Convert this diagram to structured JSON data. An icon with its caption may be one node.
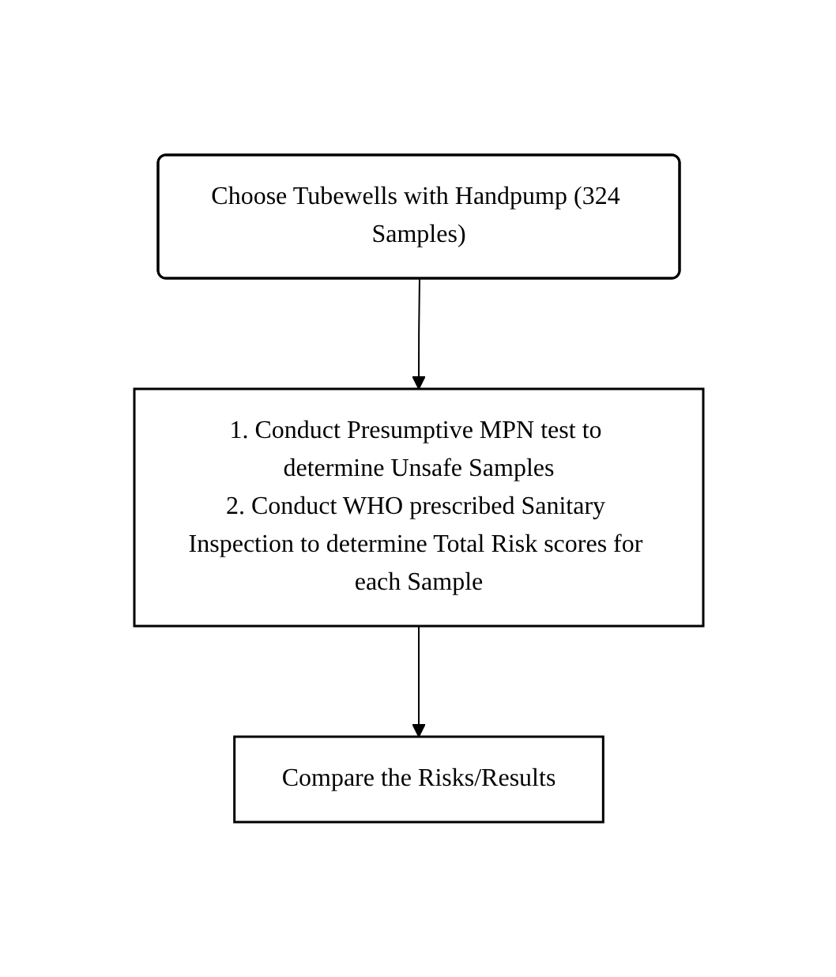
{
  "diagram": {
    "nodes": [
      {
        "text": [
          "Choose Tubewells with Handpump (324 Samples)"
        ]
      },
      {
        "text": [
          "1. Conduct Presumptive MPN test to determine Unsafe Samples",
          "2. Conduct WHO prescribed Sanitary Inspection to determine Total Risk scores for each Sample"
        ]
      },
      {
        "text": [
          "Compare the Risks/Results"
        ]
      }
    ],
    "edges": [
      {
        "from": 0,
        "to": 1,
        "arrow": "to"
      },
      {
        "from": 1,
        "to": 2,
        "arrow": "to"
      }
    ]
  }
}
